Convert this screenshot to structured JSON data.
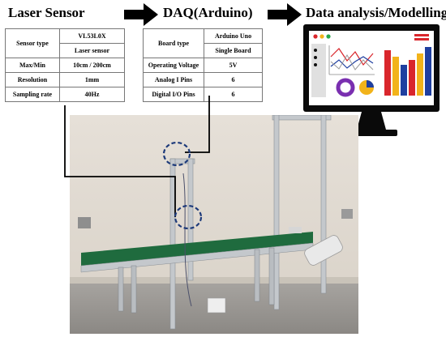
{
  "stages": {
    "sensor_title": "Laser Sensor",
    "daq_title": "DAQ(Arduino)",
    "analysis_title": "Data analysis/Modelling"
  },
  "sensor_table": {
    "rows": [
      {
        "label": "Sensor type",
        "value1": "VL53L0X",
        "value2": "Laser sensor"
      },
      {
        "label": "Max/Min",
        "value": "10cm / 200cm"
      },
      {
        "label": "Resolution",
        "value": "1mm"
      },
      {
        "label": "Sampling rate",
        "value": "40Hz"
      }
    ]
  },
  "daq_table": {
    "rows": [
      {
        "label": "Board type",
        "value1": "Arduino Uno",
        "value2": "Single Board"
      },
      {
        "label": "Operating Voltage",
        "value": "5V"
      },
      {
        "label": "Analog I Pins",
        "value": "6"
      },
      {
        "label": "Digital I/O Pins",
        "value": "6"
      }
    ]
  },
  "colors": {
    "monitor": "#0a0a0a",
    "screen": "#ffffff",
    "accent_red": "#d9262c",
    "accent_blue": "#1f3fa0",
    "accent_yellow": "#f2b31a",
    "accent_purple": "#7a2fb0",
    "belt": "#1f6b3e",
    "wall": "#e9e4dd",
    "circle": "#1d3a7a"
  },
  "icons": {
    "arrow": "right-arrow-icon",
    "monitor": "monitor-icon",
    "donut": "donut-chart-icon",
    "pie": "pie-chart-icon"
  }
}
